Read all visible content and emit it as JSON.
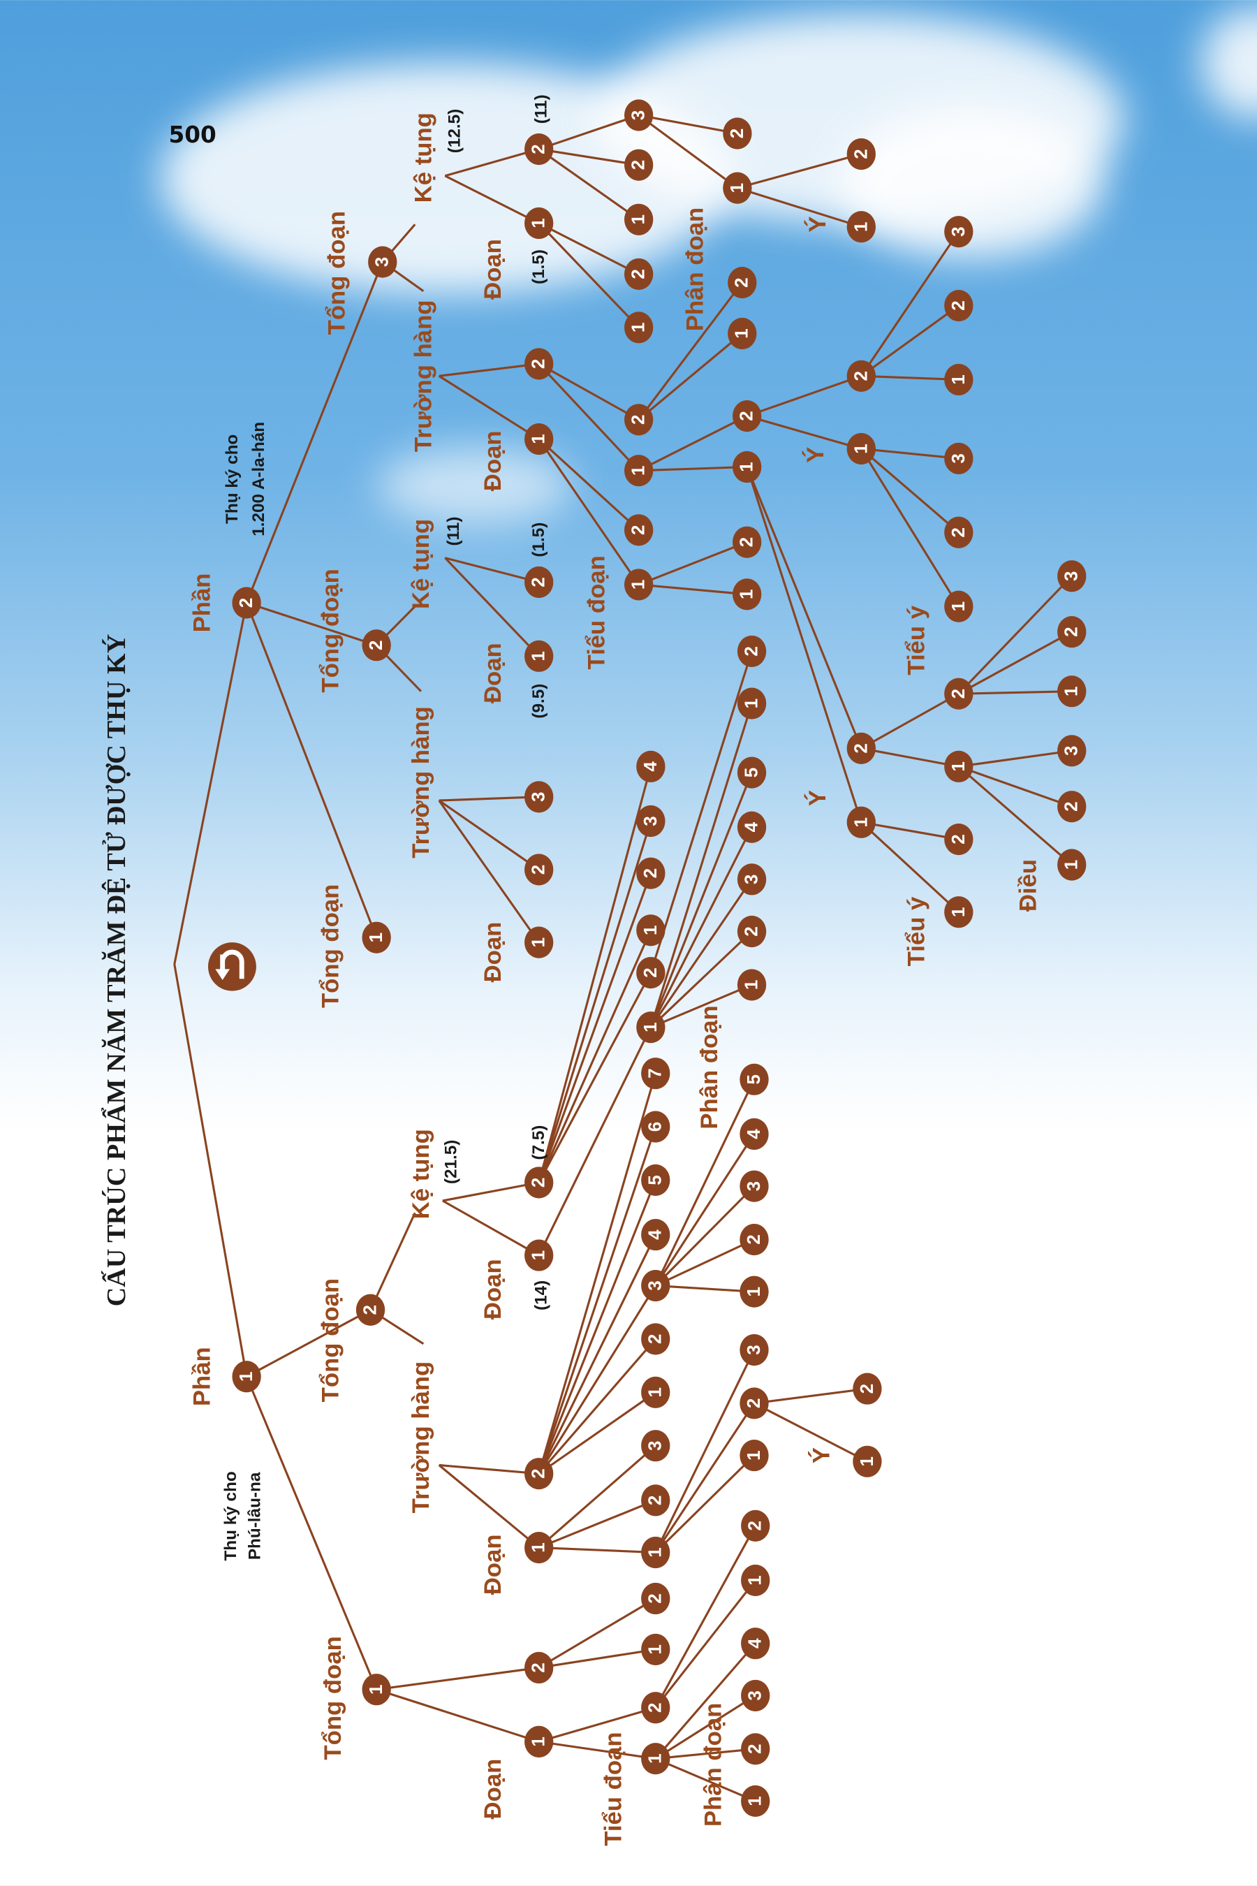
{
  "page_number": "500",
  "title": "CẤU TRÚC PHẨM NĂM TRĂM ĐỆ TỬ ĐƯỢC THỤ KÝ",
  "terms": {
    "phan": "Phần",
    "tong_doan": "Tổng đoạn",
    "ke_tung": "Kệ tụng",
    "truong_hang": "Trường hàng",
    "doan": "Đoạn",
    "tieu_doan": "Tiểu đoạn",
    "phan_doan": "Phân đoạn",
    "y": "Ý",
    "tieu_y": "Tiểu ý",
    "dieu": "Điều"
  },
  "recipients": {
    "purna": [
      "Thụ ký cho",
      "Phú-lâu-na"
    ],
    "arhats": [
      "Thụ ký cho",
      "1.200 A-la-hán"
    ]
  },
  "verse_counts": {
    "p1_ke_tung": "(21.5)",
    "p1_doan1": "(14)",
    "p1_doan2": "(7.5)",
    "p2_ke_tung": "(11)",
    "p2_doan1": "(9.5)",
    "p2_doan2": "(1.5)",
    "p3_ke_tung": "(12.5)",
    "p3_doan1": "(1.5)",
    "p3_doan2": "(11)"
  },
  "icons": {
    "turn_arrow": "u-turn-arrow-icon"
  },
  "colors": {
    "node": "#8a4320",
    "label": "#9a4a1c",
    "sky": "#4f9fdc"
  },
  "nodes": {
    "p1": "1",
    "p2": "2",
    "a1": "1",
    "a2": "2",
    "a3": "3",
    "a2k1": "1",
    "a2k2": "2",
    "a2t1": "1",
    "a2t2": "2",
    "a2t3": "3",
    "a3k1": "1",
    "a3k2": "2",
    "a3k2a": "1",
    "a3k2b": "2",
    "a3k2c": "3",
    "a3k2c1": "1",
    "a3k2c2": "2",
    "a3k2c1a": "1",
    "a3k2c1b": "2",
    "a3k1a": "1",
    "a3k1b": "2",
    "a3t1": "1",
    "a3t2": "2",
    "a3t2a": "1",
    "a3t2b": "2",
    "a3t2b1": "1",
    "a3t2b2": "2",
    "a3t1a": "1",
    "a3t1b": "2",
    "a3t1a1": "1",
    "a3t1a2": "2",
    "x1": "1",
    "x2": "2",
    "x2a": "1",
    "x2b": "2",
    "x2b1": "1",
    "x2b2": "2",
    "x2b3": "3",
    "x2a1": "1",
    "x2a2": "2",
    "x2a3": "3",
    "x1a": "1",
    "x1b": "2",
    "x1b1": "1",
    "x1b2": "2",
    "x1b2a": "1",
    "x1b2b": "2",
    "x1b2c": "3",
    "x1b1a": "1",
    "x1b1b": "2",
    "x1b1c": "3",
    "x1a1": "1",
    "x1a2": "2",
    "b1": "1",
    "b2": "2",
    "b1a": "1",
    "b1b": "2",
    "b1b1": "1",
    "b1b2": "2",
    "b1a1": "1",
    "b1a2": "2",
    "b1a1a": "1",
    "b1a1b": "2",
    "b1a1c": "3",
    "b1a1d": "4",
    "b1a2a": "1",
    "b1a2b": "2",
    "b2t1": "1",
    "b2t2": "2",
    "b2t1a": "1",
    "b2t1b": "2",
    "b2t1c": "3",
    "b2t1a1": "1",
    "b2t1a2": "2",
    "b2t1a3": "3",
    "b2t1a2a": "1",
    "b2t1a2b": "2",
    "b2t2a": "1",
    "b2t2b": "2",
    "b2t2c": "3",
    "b2t2d": "4",
    "b2t2e": "5",
    "b2t2f": "6",
    "b2t2g": "7",
    "b2t2c1": "1",
    "b2t2c2": "2",
    "b2t2c3": "3",
    "b2t2c4": "4",
    "b2t2c5": "5",
    "b2k1": "1",
    "b2k2": "2",
    "b2k2a": "4",
    "b2k2b": "3",
    "b2k2c": "2",
    "b2k2d": "1",
    "b2k2e": "2",
    "b2k1a": "1",
    "b2k1a1": "1",
    "b2k1a2": "2",
    "b2k1a3": "3",
    "b2k1a4": "4",
    "b2k1a5": "5",
    "b2k1a6": "1",
    "b2k2e1": "2"
  }
}
